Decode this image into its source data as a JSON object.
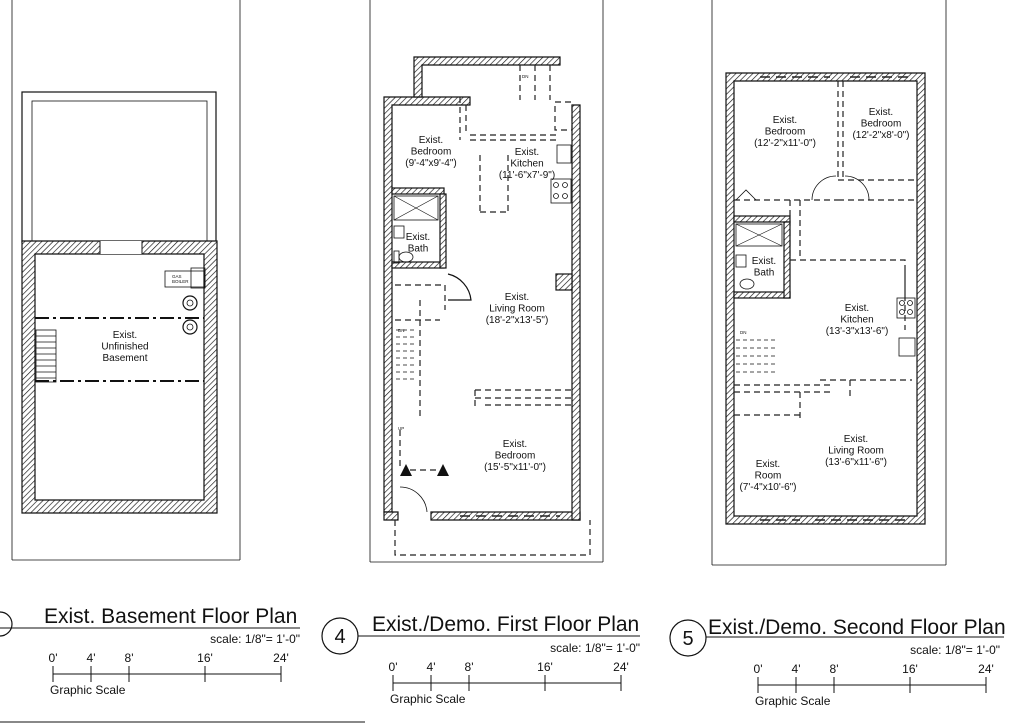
{
  "plans": [
    {
      "title": "Exist. Basement Floor Plan",
      "scale": "scale: 1/8\"= 1'-0\"",
      "graphic_scale": "Graphic Scale",
      "ticks": [
        "0'",
        "4'",
        "8'",
        "16'",
        "24'"
      ],
      "rooms": [
        {
          "lines": [
            "Exist.",
            "Unfinished",
            "Basement"
          ]
        }
      ],
      "equipment": [
        "GAS",
        "BOILER"
      ]
    },
    {
      "number": "4",
      "title": "Exist./Demo. First Floor Plan",
      "scale": "scale: 1/8\"= 1'-0\"",
      "graphic_scale": "Graphic Scale",
      "ticks": [
        "0'",
        "4'",
        "8'",
        "16'",
        "24'"
      ],
      "rooms": [
        {
          "lines": [
            "Exist.",
            "Bedroom",
            "(9'-4\"x9'-4\")"
          ]
        },
        {
          "lines": [
            "Exist.",
            "Kitchen",
            "(11'-6\"x7'-9\")"
          ]
        },
        {
          "lines": [
            "Exist.",
            "Bath"
          ]
        },
        {
          "lines": [
            "Exist.",
            "Living Room",
            "(18'-2\"x13'-5\")"
          ]
        },
        {
          "lines": [
            "Exist.",
            "Bedroom",
            "(15'-5\"x11'-0\")"
          ]
        }
      ],
      "stair_notes": [
        "DN",
        "DN",
        "UP"
      ]
    },
    {
      "number": "5",
      "title": "Exist./Demo. Second Floor Plan",
      "scale": "scale: 1/8\"= 1'-0\"",
      "graphic_scale": "Graphic Scale",
      "ticks": [
        "0'",
        "4'",
        "8'",
        "16'",
        "24'"
      ],
      "rooms": [
        {
          "lines": [
            "Exist.",
            "Bedroom",
            "(12'-2\"x11'-0\")"
          ]
        },
        {
          "lines": [
            "Exist.",
            "Bedroom",
            "(12'-2\"x8'-0\")"
          ]
        },
        {
          "lines": [
            "Exist.",
            "Bath"
          ]
        },
        {
          "lines": [
            "Exist.",
            "Kitchen",
            "(13'-3\"x13'-6\")"
          ]
        },
        {
          "lines": [
            "Exist.",
            "Room",
            "(7'-4\"x10'-6\")"
          ]
        },
        {
          "lines": [
            "Exist.",
            "Living Room",
            "(13'-6\"x11'-6\")"
          ]
        }
      ],
      "stair_notes": [
        "DN"
      ]
    }
  ]
}
